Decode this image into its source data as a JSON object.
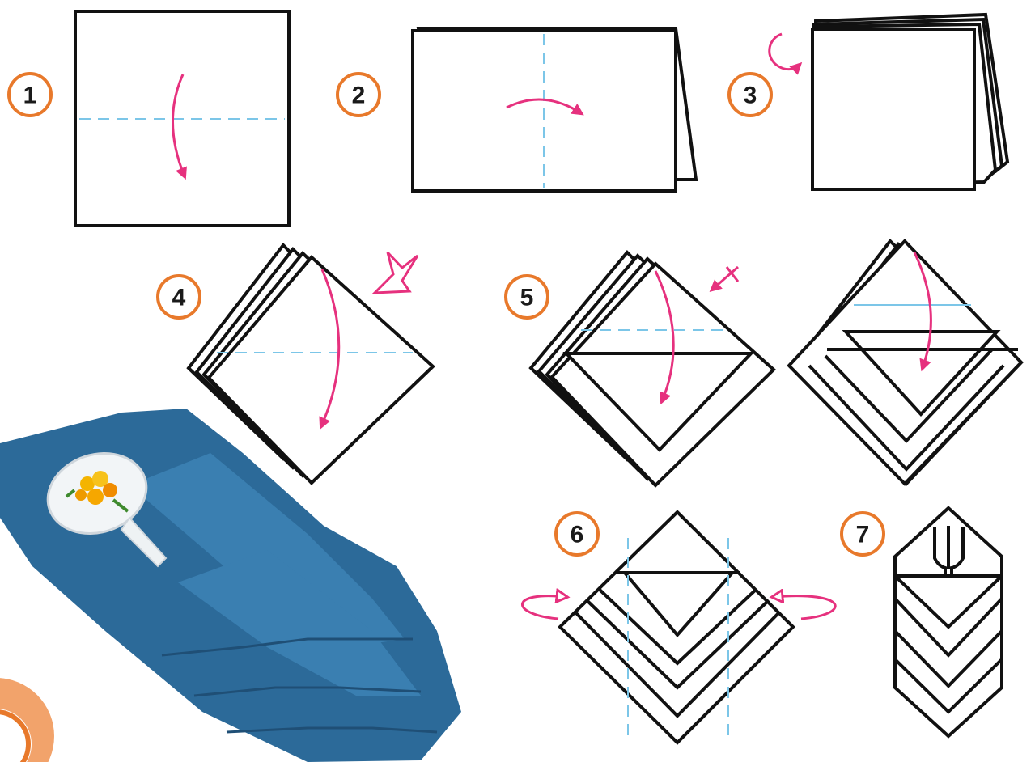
{
  "steps": [
    {
      "number": "1"
    },
    {
      "number": "2"
    },
    {
      "number": "3"
    },
    {
      "number": "4"
    },
    {
      "number": "5"
    },
    {
      "number": "6"
    },
    {
      "number": "7"
    }
  ],
  "colors": {
    "badge_outline": "#e8792b",
    "arrow": "#e6317e",
    "fold_line": "#7cc6e8",
    "napkin": "#2c6a99"
  }
}
